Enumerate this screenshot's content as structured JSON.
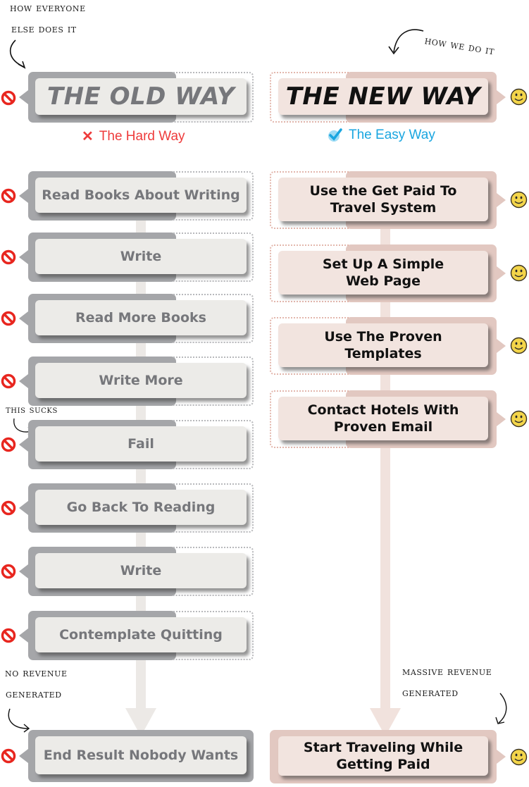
{
  "annotations": {
    "old_top_line1": "How everyone",
    "old_top_line2": "else does it",
    "new_top": "How we do it",
    "this_sucks": "This sucks",
    "no_revenue_line1": "No revenue",
    "no_revenue_line2": "generated",
    "massive_revenue_line1": "Massive revenue",
    "massive_revenue_line2": "generated"
  },
  "old_way": {
    "title": "THE OLD WAY",
    "subtitle": "The Hard Way",
    "subtitle_icon": "x-mark-icon",
    "status_icon": "no-entry-icon",
    "steps": [
      "Read Books About Writing",
      "Write",
      "Read More Books",
      "Write More",
      "Fail",
      "Go Back To Reading",
      "Write",
      "Contemplate Quitting"
    ],
    "result": "End Result Nobody Wants"
  },
  "new_way": {
    "title": "THE NEW WAY",
    "subtitle": "The Easy Way",
    "subtitle_icon": "check-mark-icon",
    "status_icon": "smiley-icon",
    "steps": [
      "Use the Get Paid To Travel System",
      "Set Up A Simple Web Page",
      "Use The Proven Templates",
      "Contact Hotels With Proven Email"
    ],
    "result": "Start Traveling While Getting Paid"
  },
  "colors": {
    "old_text": "#76777b",
    "old_card": "#ecebe8",
    "old_back": "#a5a6a9",
    "new_text": "#111111",
    "new_card": "#f2e4df",
    "new_back": "#e2c8c1",
    "hard_way": "#ee3b3b",
    "easy_way": "#1aa6e0",
    "stop": "#e8261f",
    "smile": "#f3d54a"
  }
}
